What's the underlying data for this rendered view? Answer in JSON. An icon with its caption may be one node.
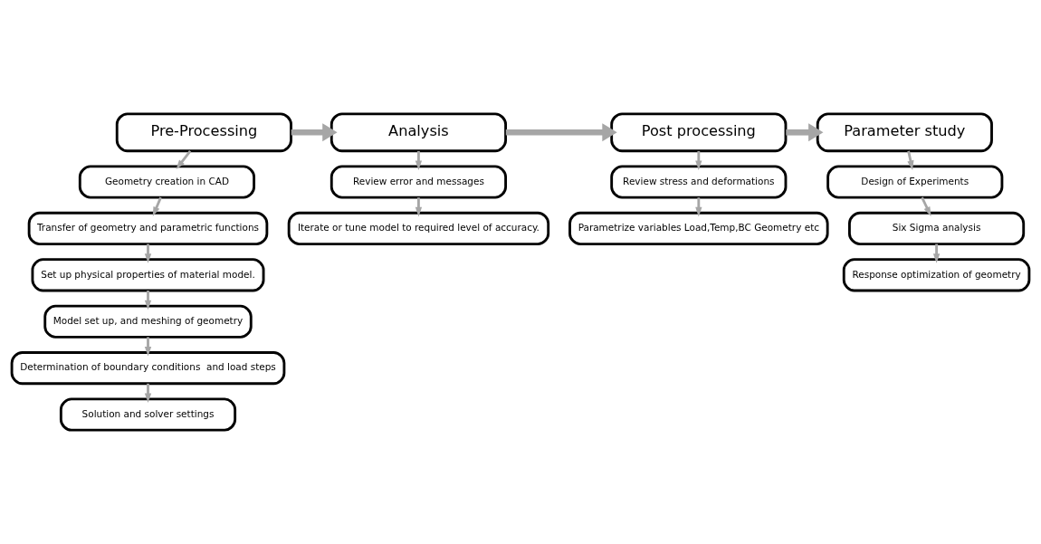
{
  "diagram": {
    "nodes": [
      {
        "text": [
          "Pre-Processing"
        ]
      },
      {
        "text": [
          "Analysis"
        ]
      },
      {
        "text": [
          "Post processing"
        ]
      },
      {
        "text": [
          "Parameter study"
        ]
      },
      {
        "text": [
          "Geometry creation in CAD"
        ]
      },
      {
        "text": [
          "Transfer of geometry and parametric functions"
        ]
      },
      {
        "text": [
          "Set up physical properties of material model."
        ]
      },
      {
        "text": [
          "Model set up, and meshing of geometry"
        ]
      },
      {
        "text": [
          "Determination of boundary conditions  and load steps"
        ]
      },
      {
        "text": [
          "Solution and solver settings"
        ]
      },
      {
        "text": [
          "Review error and messages"
        ]
      },
      {
        "text": [
          "Iterate or tune model to required level of accuracy."
        ]
      },
      {
        "text": [
          "Review stress and deformations"
        ]
      },
      {
        "text": [
          "Parametrize variables Load,Temp,BC Geometry etc"
        ]
      },
      {
        "text": [
          "Design of Experiments"
        ]
      },
      {
        "text": [
          "Six Sigma analysis"
        ]
      },
      {
        "text": [
          "Response optimization of geometry"
        ]
      }
    ],
    "edges": [
      {
        "from": 0,
        "to": 1,
        "arrow": "to",
        "style": "thick"
      },
      {
        "from": 1,
        "to": 2,
        "arrow": "to",
        "style": "thick"
      },
      {
        "from": 2,
        "to": 3,
        "arrow": "to",
        "style": "thick"
      },
      {
        "from": 0,
        "to": 4,
        "arrow": "to"
      },
      {
        "from": 4,
        "to": 5,
        "arrow": "to"
      },
      {
        "from": 5,
        "to": 6,
        "arrow": "to"
      },
      {
        "from": 6,
        "to": 7,
        "arrow": "to"
      },
      {
        "from": 7,
        "to": 8,
        "arrow": "to"
      },
      {
        "from": 8,
        "to": 9,
        "arrow": "to"
      },
      {
        "from": 1,
        "to": 10,
        "arrow": "to"
      },
      {
        "from": 10,
        "to": 11,
        "arrow": "to"
      },
      {
        "from": 2,
        "to": 12,
        "arrow": "to"
      },
      {
        "from": 12,
        "to": 13,
        "arrow": "to"
      },
      {
        "from": 3,
        "to": 14,
        "arrow": "to"
      },
      {
        "from": 14,
        "to": 15,
        "arrow": "to"
      },
      {
        "from": 15,
        "to": 16,
        "arrow": "to"
      }
    ]
  }
}
